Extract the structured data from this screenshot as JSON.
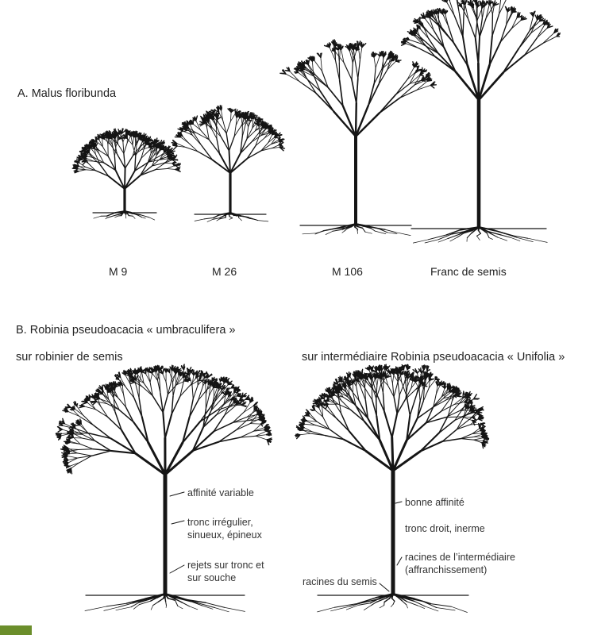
{
  "section_a": {
    "title": "A. Malus floribunda",
    "rootstocks": [
      "M 9",
      "M 26",
      "M 106",
      "Franc de semis"
    ]
  },
  "section_b": {
    "title": "B. Robinia pseudoacacia « umbraculifera »",
    "left_caption": "sur robinier de semis",
    "right_caption": "sur intermédiaire Robinia pseudoacacia « Unifolia »",
    "left_notes": {
      "affinity": "affinité variable",
      "trunk": "tronc irrégulier, sinueux, épineux",
      "suckers": "rejets sur tronc et sur souche"
    },
    "right_notes": {
      "affinity": "bonne affinité",
      "trunk": "tronc droit, inerme",
      "roots_intermediate": "racines de l’intermédiaire (affranchissement)",
      "roots_seedling": "racines du semis"
    }
  },
  "colors": {
    "ink": "#151515",
    "text": "#2b2b2b",
    "corner_mark": "#6b8e2b"
  }
}
